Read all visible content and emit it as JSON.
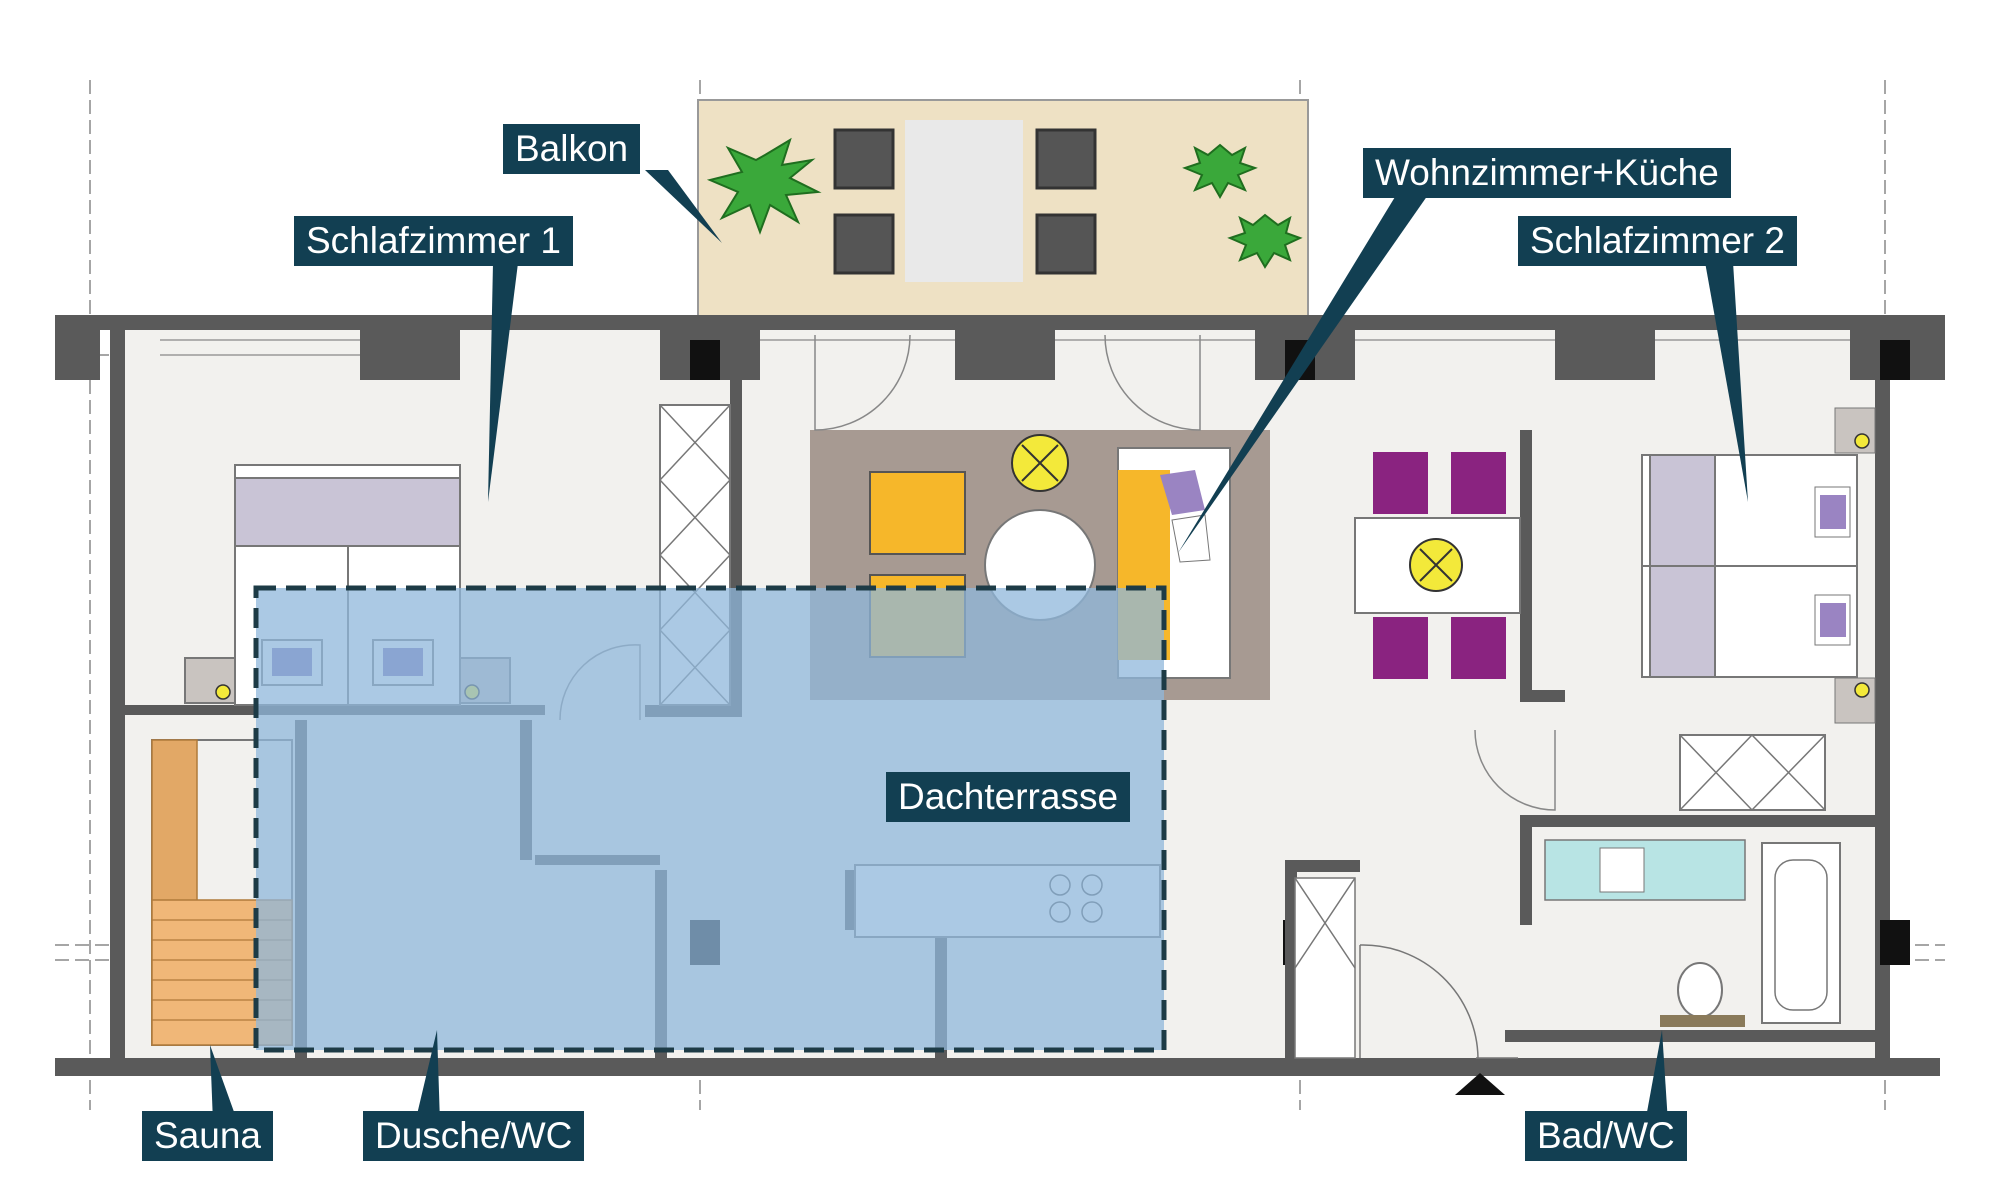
{
  "labels": {
    "balkon": "Balkon",
    "schlafzimmer1": "Schlafzimmer 1",
    "wohnzimmer": "Wohnzimmer+Küche",
    "schlafzimmer2": "Schlafzimmer 2",
    "dachterrasse": "Dachterrasse",
    "sauna": "Sauna",
    "dusche": "Dusche/WC",
    "bad": "Bad/WC"
  },
  "colors": {
    "label_bg": "#123f52",
    "label_text": "#ffffff",
    "wall": "#5a5a5a",
    "floor": "#f2f1ee",
    "balcony": "#eee1c4",
    "terrace_overlay": "#8fb7db",
    "rug": "#a79a92",
    "armchair": "#f6b72a",
    "dining_chair": "#8a2380",
    "bed_headboard": "#c9c4d6",
    "pillow": "#9a84c2",
    "sauna_wood": "#e2a866",
    "plant": "#3aa83a",
    "bathroom_tile": "#b8e4e4"
  }
}
